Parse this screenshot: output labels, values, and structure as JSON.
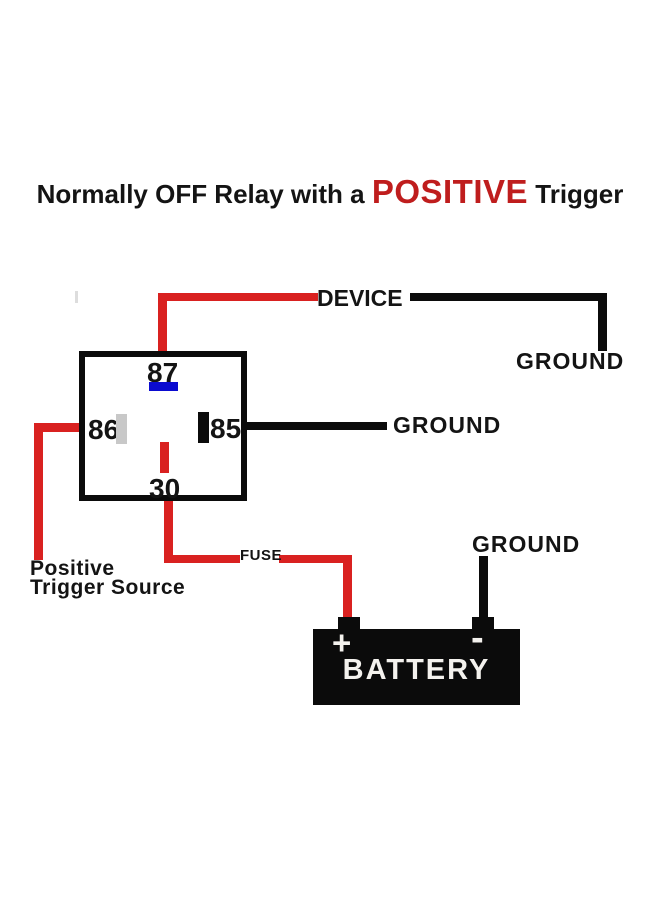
{
  "colors": {
    "wire_red": "#d92120",
    "wire_black": "#0b0b0b",
    "title_red": "#bf1d1d",
    "relay_blue": "#0b0bd0",
    "relay_gray": "#c8c8c8",
    "battery_black": "#0b0b0b",
    "battery_text": "#f4f2ee",
    "text_black": "#141414"
  },
  "title": {
    "prefix": "Normally OFF Relay with a ",
    "highlight": "POSITIVE",
    "suffix": " Trigger"
  },
  "relay": {
    "pin_87": "87",
    "pin_86": "86",
    "pin_85": "85",
    "pin_30": "30"
  },
  "labels": {
    "device": "DEVICE",
    "ground_device": "GROUND",
    "ground_relay": "GROUND",
    "ground_battery": "GROUND",
    "fuse": "FUSE",
    "trigger_line1": "Positive",
    "trigger_line2": "Trigger Source"
  },
  "battery": {
    "name": "BATTERY",
    "positive": "+",
    "negative": "-"
  }
}
